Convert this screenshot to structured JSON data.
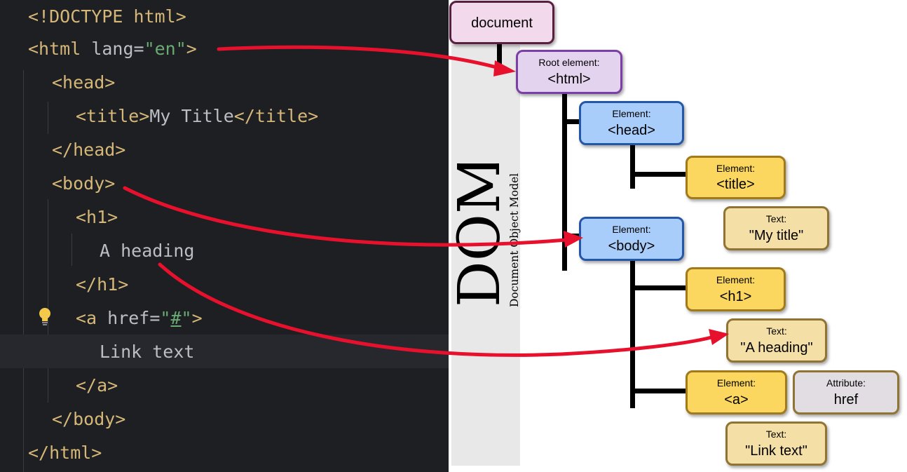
{
  "code": {
    "line1": [
      {
        "t": "<!DOCTYPE html>",
        "c": "tg"
      }
    ],
    "line2": [
      {
        "t": "<html ",
        "c": "tg"
      },
      {
        "t": "lang=",
        "c": "at"
      },
      {
        "t": "\"en\"",
        "c": "vl"
      },
      {
        "t": ">",
        "c": "tg"
      }
    ],
    "line3": [
      {
        "t": "<head>",
        "c": "tg"
      }
    ],
    "line4": [
      {
        "t": "<title>",
        "c": "tg"
      },
      {
        "t": "My Title",
        "c": "tx"
      },
      {
        "t": "</title>",
        "c": "tg"
      }
    ],
    "line5": [
      {
        "t": "</head>",
        "c": "tg"
      }
    ],
    "line6": [
      {
        "t": "<body>",
        "c": "tg"
      }
    ],
    "line7": [
      {
        "t": "<h1>",
        "c": "tg"
      }
    ],
    "line8": [
      {
        "t": "A heading",
        "c": "tx"
      }
    ],
    "line9": [
      {
        "t": "</h1>",
        "c": "tg"
      }
    ],
    "line10": [
      {
        "t": "<a ",
        "c": "tg"
      },
      {
        "t": "href=",
        "c": "at"
      },
      {
        "t": "\"",
        "c": "vl"
      },
      {
        "t": "#",
        "c": "vl ul"
      },
      {
        "t": "\"",
        "c": "vl"
      },
      {
        "t": ">",
        "c": "tg"
      }
    ],
    "line11": [
      {
        "t": "Link text",
        "c": "tx"
      }
    ],
    "line12": [
      {
        "t": "</a>",
        "c": "tg"
      }
    ],
    "line13": [
      {
        "t": "</body>",
        "c": "tg"
      }
    ],
    "line14": [
      {
        "t": "</html>",
        "c": "tg"
      }
    ]
  },
  "dom_title": {
    "big": "DOM",
    "small": "Document Object Model"
  },
  "nodes": {
    "document": {
      "value": "document"
    },
    "html": {
      "kind": "Root element:",
      "value": "<html>"
    },
    "head": {
      "kind": "Element:",
      "value": "<head>"
    },
    "title": {
      "kind": "Element:",
      "value": "<title>"
    },
    "title_text": {
      "kind": "Text:",
      "value": "\"My title\""
    },
    "body": {
      "kind": "Element:",
      "value": "<body>"
    },
    "h1": {
      "kind": "Element:",
      "value": "<h1>"
    },
    "h1_text": {
      "kind": "Text:",
      "value": "\"A heading\""
    },
    "a": {
      "kind": "Element:",
      "value": "<a>"
    },
    "a_attr": {
      "kind": "Attribute:",
      "value": "href"
    },
    "a_text": {
      "kind": "Text:",
      "value": "\"Link text\""
    }
  },
  "colors": {
    "arrow": "#e8112d",
    "tree_line": "#000000",
    "code_bg": "#1e1f22"
  }
}
